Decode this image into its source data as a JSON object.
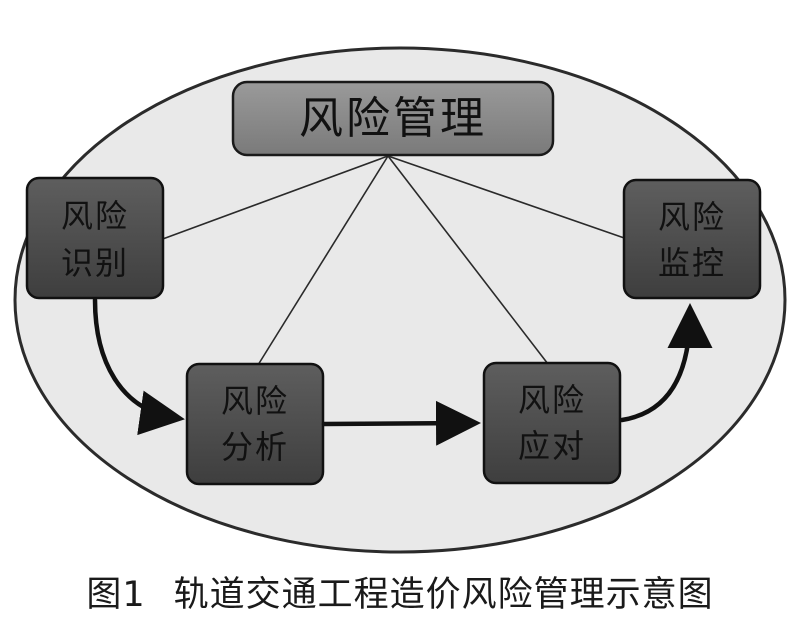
{
  "diagram": {
    "center": {
      "label": "风险管理"
    },
    "nodes": {
      "identify": {
        "line1": "风险",
        "line2": "识别"
      },
      "analyze": {
        "line1": "风险",
        "line2": "分析"
      },
      "respond": {
        "line1": "风险",
        "line2": "应对"
      },
      "monitor": {
        "line1": "风险",
        "line2": "监控"
      }
    },
    "colors": {
      "ellipse_fill": "#e9e9e9",
      "ellipse_stroke": "#2b2b2b",
      "center_fill": "#8a8a8a",
      "node_fill": "#4a4a4a",
      "node_fill_light": "#5a5a5a",
      "line": "#1a1a1a"
    }
  },
  "caption": {
    "figure_label": "图1",
    "title": "轨道交通工程造价风险管理示意图"
  }
}
